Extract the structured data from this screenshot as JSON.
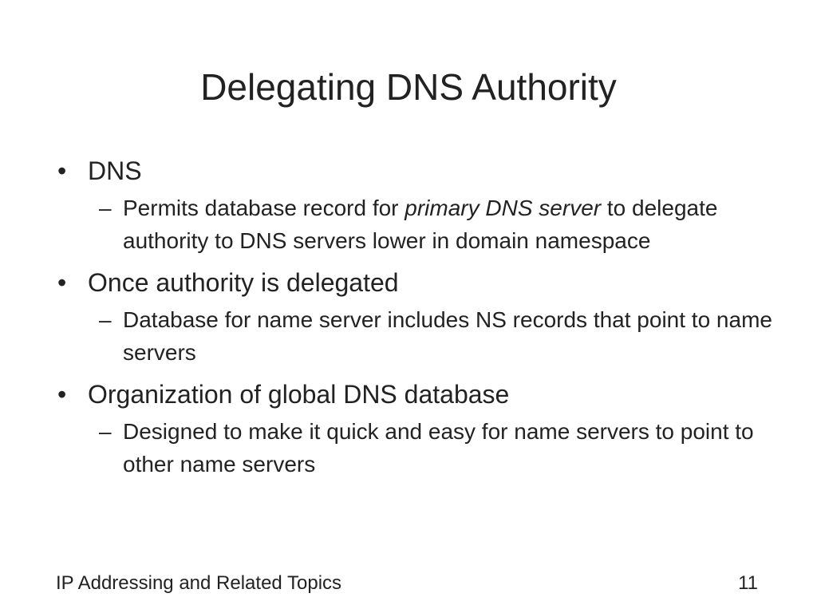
{
  "slide": {
    "title": "Delegating DNS Authority",
    "bullet_symbol": "•",
    "dash_symbol": "–",
    "bullets": [
      {
        "text": "DNS",
        "subs": [
          {
            "before": "Permits database record for ",
            "emphasis": "primary DNS server",
            "after": " to delegate authority to DNS servers lower in domain namespace"
          }
        ]
      },
      {
        "text": "Once authority is delegated",
        "subs": [
          {
            "text": "Database for name server includes NS records that point to name servers"
          }
        ]
      },
      {
        "text": "Organization of global DNS database",
        "subs": [
          {
            "text": "Designed to make it quick and easy for name servers to point to other name servers"
          }
        ]
      }
    ],
    "footer": {
      "left": "IP Addressing and Related Topics",
      "page_number": "11"
    }
  }
}
